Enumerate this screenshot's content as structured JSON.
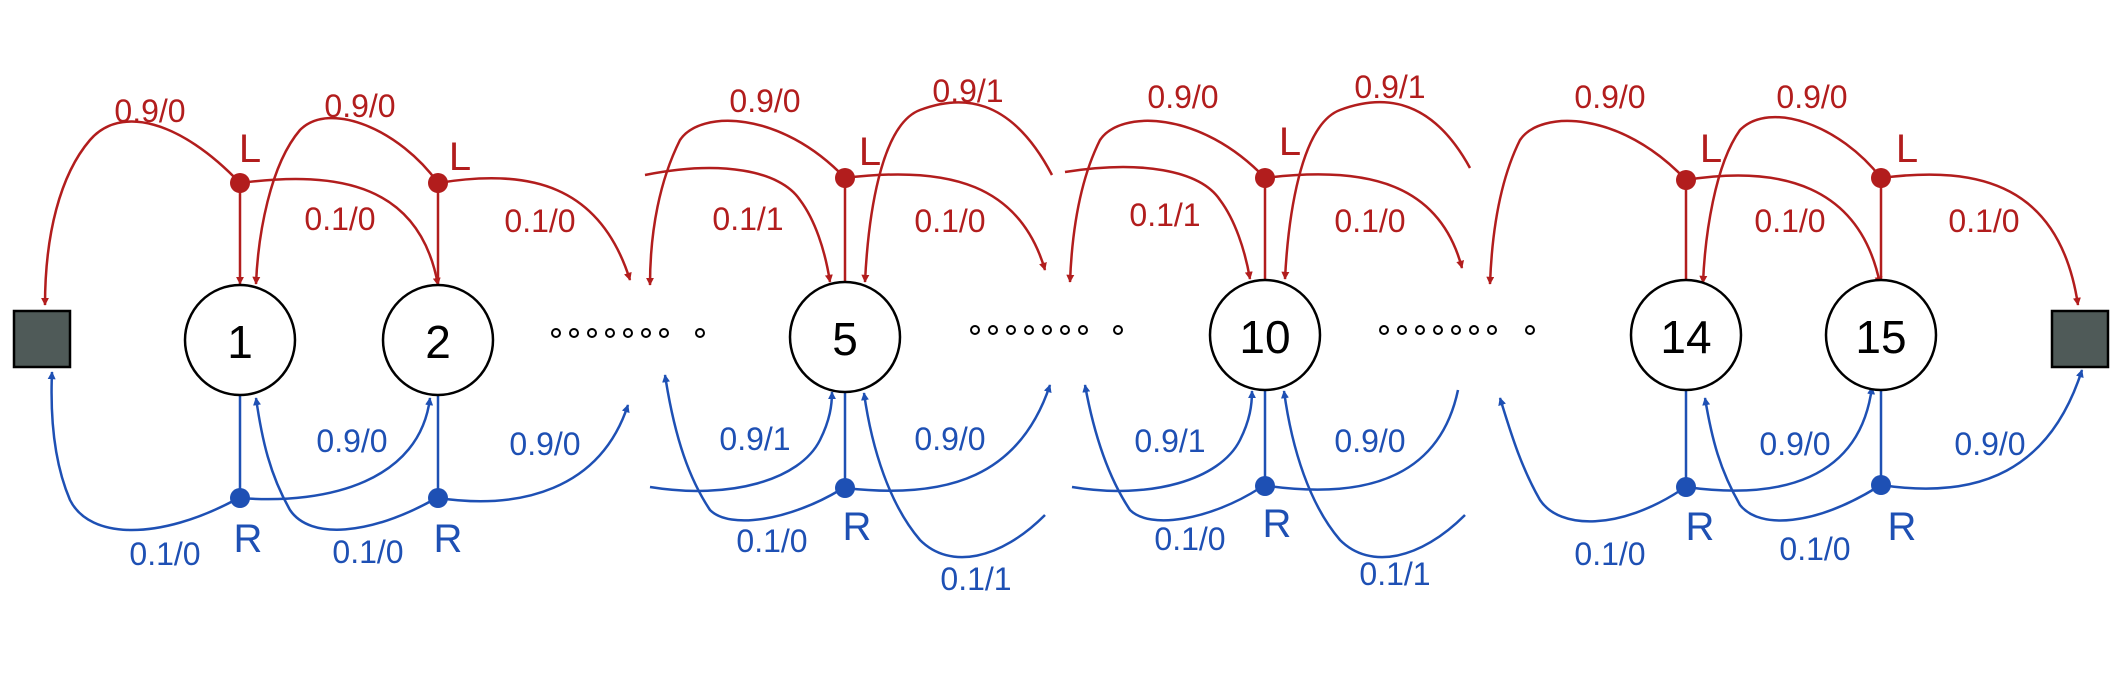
{
  "states": [
    "1",
    "2",
    "5",
    "10",
    "14",
    "15"
  ],
  "actions": {
    "left": "L",
    "right": "R"
  },
  "colors": {
    "left": "#b21d1d",
    "right": "#1e50b4",
    "terminal": "#4f5a58"
  },
  "labels": {
    "l1_back": "0.9/0",
    "l1_fwd": "0.1/0",
    "l2_back": "0.9/0",
    "l2_fwd": "0.1/0",
    "l5_back": "0.9/0",
    "l5_fwd": "0.1/0",
    "l5_in": "0.1/1",
    "l5_top": "0.9/1",
    "l10_back": "0.9/0",
    "l10_fwd": "0.1/0",
    "l10_in": "0.1/1",
    "l10_top": "0.9/1",
    "l14_back": "0.9/0",
    "l14_fwd": "0.1/0",
    "l15_back": "0.9/0",
    "l15_fwd": "0.1/0",
    "r1_fwd": "0.9/0",
    "r1_back": "0.1/0",
    "r2_fwd": "0.9/0",
    "r2_back": "0.1/0",
    "r5_fwd": "0.9/0",
    "r5_back": "0.1/0",
    "r5_in": "0.9/1",
    "r5_bot": "0.1/1",
    "r10_fwd": "0.9/0",
    "r10_back": "0.1/0",
    "r10_in": "0.9/1",
    "r10_bot": "0.1/1",
    "r14_fwd": "0.9/0",
    "r14_back": "0.1/0",
    "r15_fwd": "0.9/0",
    "r15_back": "0.1/0"
  }
}
